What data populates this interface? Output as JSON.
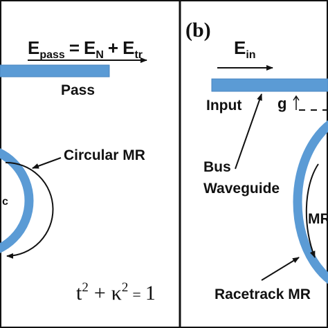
{
  "colors": {
    "waveguide": "#5b9bd5",
    "ink": "#111111",
    "background": "#ffffff"
  },
  "panel_a": {
    "equation": {
      "lhs_main": "E",
      "lhs_sub": "pass",
      "equals": "=",
      "t1_main": "E",
      "t1_sub": "N",
      "plus": "+",
      "t2_main": "E",
      "t2_sub": "tr"
    },
    "pass_label": "Pass",
    "ring_label": "Circular MR",
    "kappa_label": "c",
    "identity": {
      "t": "t",
      "t_exp": "2",
      "plus": "+",
      "k": "κ",
      "k_exp": "2",
      "eq": "=",
      "one": "1"
    }
  },
  "panel_b": {
    "panel_label": "(b)",
    "ein_main": "E",
    "ein_sub": "in",
    "input_label": "Input",
    "gap_label": "g",
    "bus_line1": "Bus",
    "bus_line2": "Waveguide",
    "ring_label_partial": "MR",
    "racetrack_label": "Racetrack MR"
  }
}
